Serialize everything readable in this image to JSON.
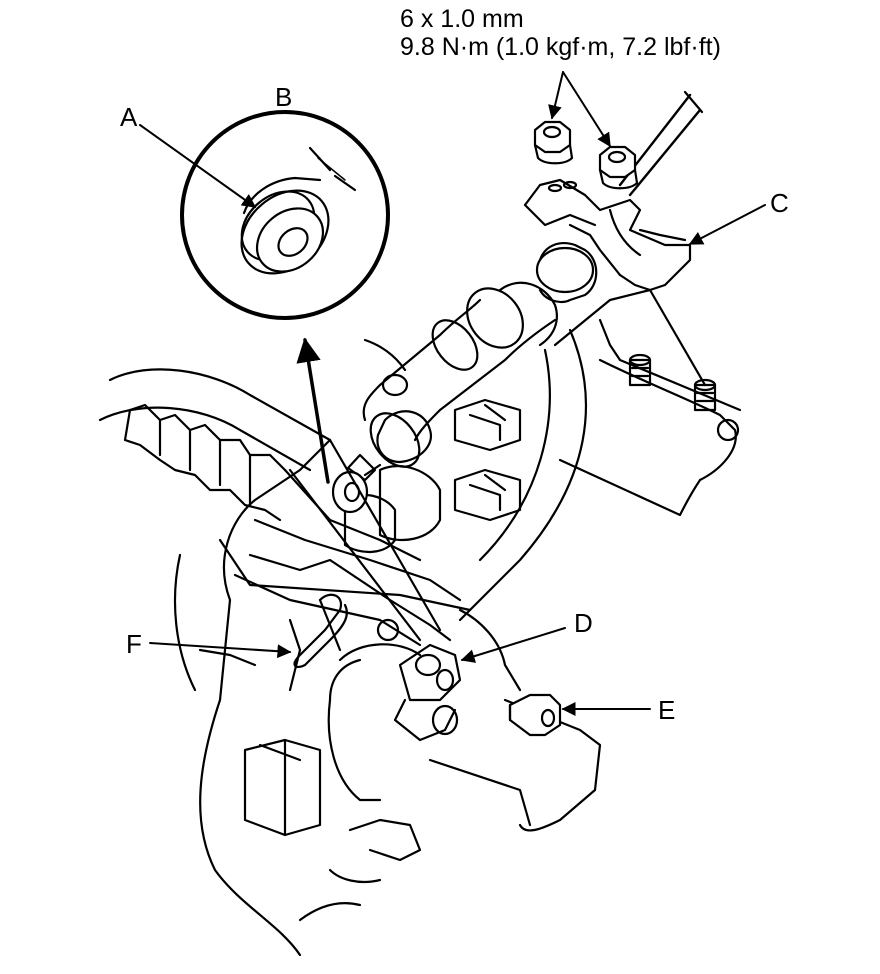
{
  "spec": {
    "size": "6 x 1.0 mm",
    "torque": "9.8 N·m (1.0 kgf·m, 7.2 lbf·ft)"
  },
  "labels": {
    "a": "A",
    "b": "B",
    "c": "C",
    "d": "D",
    "e": "E",
    "f": "F"
  },
  "colors": {
    "line": "#000000",
    "background": "#ffffff"
  }
}
